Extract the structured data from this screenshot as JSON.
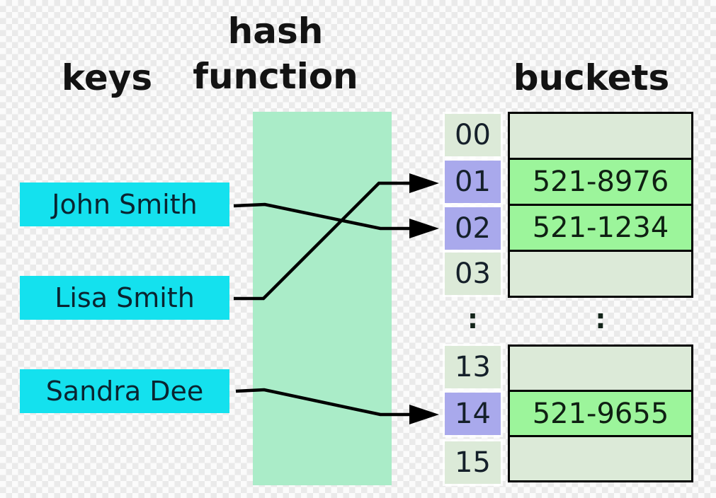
{
  "headers": {
    "keys": "keys",
    "hash_function_line1": "hash",
    "hash_function_line2": "function",
    "buckets": "buckets"
  },
  "keys": [
    {
      "label": "John Smith",
      "maps_to_index": "02"
    },
    {
      "label": "Lisa Smith",
      "maps_to_index": "01"
    },
    {
      "label": "Sandra Dee",
      "maps_to_index": "14"
    }
  ],
  "index_groups": [
    {
      "cells": [
        {
          "label": "00",
          "highlighted": false
        },
        {
          "label": "01",
          "highlighted": true
        },
        {
          "label": "02",
          "highlighted": true
        },
        {
          "label": "03",
          "highlighted": false
        }
      ]
    },
    {
      "cells": [
        {
          "label": "13",
          "highlighted": false
        },
        {
          "label": "14",
          "highlighted": true
        },
        {
          "label": "15",
          "highlighted": false
        }
      ]
    }
  ],
  "bucket_tables": [
    {
      "rows": [
        {
          "value": "",
          "filled": false
        },
        {
          "value": "521-8976",
          "filled": true
        },
        {
          "value": "521-1234",
          "filled": true
        },
        {
          "value": "",
          "filled": false
        }
      ]
    },
    {
      "rows": [
        {
          "value": "",
          "filled": false
        },
        {
          "value": "521-9655",
          "filled": true
        },
        {
          "value": "",
          "filled": false
        }
      ]
    }
  ],
  "ellipsis": {
    "index_column": ":",
    "bucket_column": ":"
  },
  "colors": {
    "key_box": "#14e1ee",
    "hash_region": "#aaecc8",
    "index_plain": "#dcead8",
    "index_highlight": "#a9a9ec",
    "bucket_empty": "#dcead8",
    "bucket_filled": "#9cf59b",
    "line": "#000000",
    "background_checker_dark": "#eaeaea",
    "background_checker_light": "#fbfbfb"
  }
}
